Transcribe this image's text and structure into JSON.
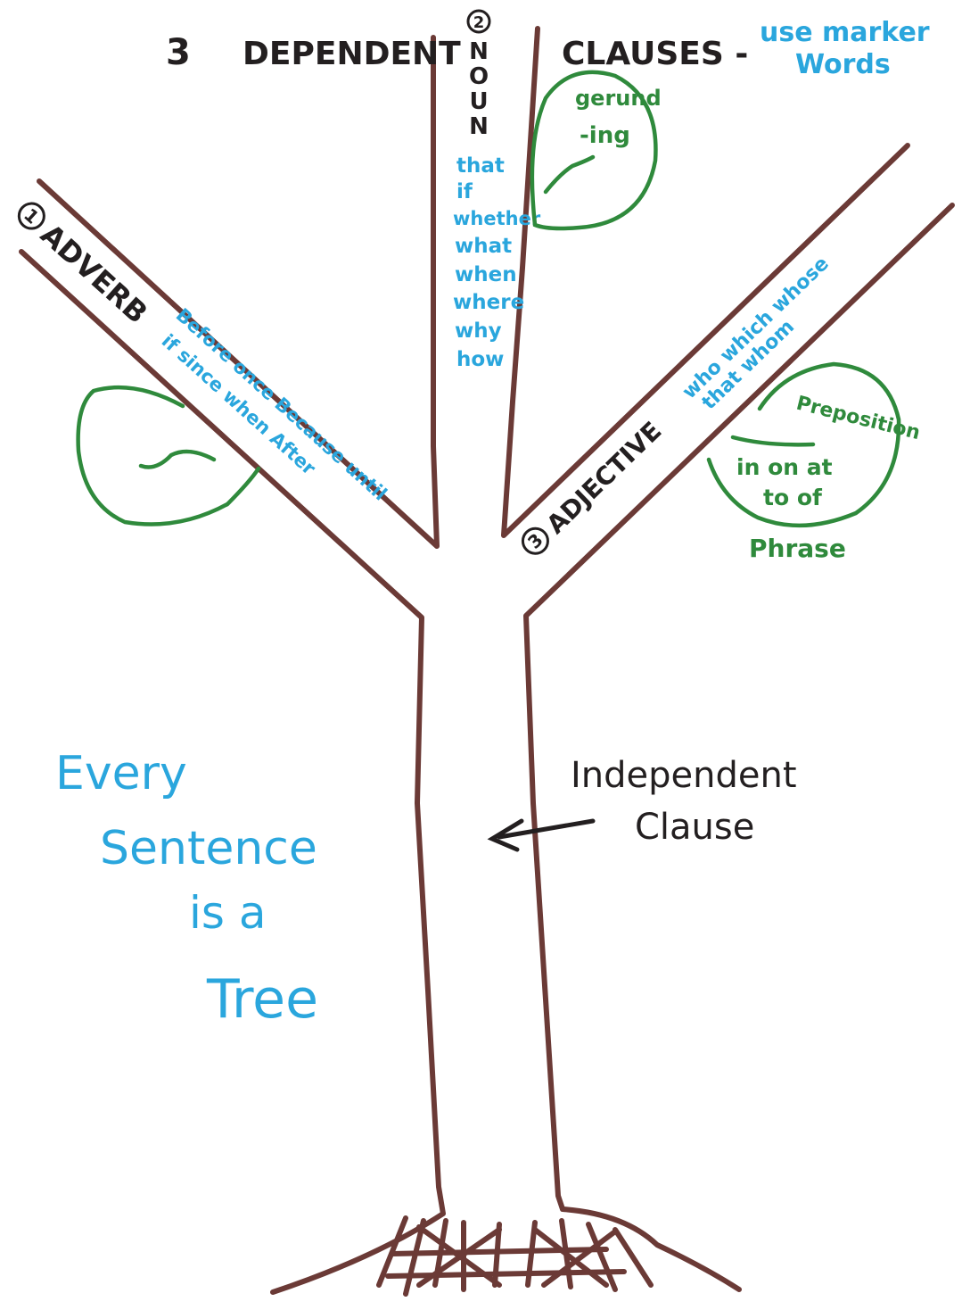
{
  "colors": {
    "tree": "#6b3a36",
    "black_ink": "#231f20",
    "blue_ink": "#2aa6dd",
    "green_ink": "#2f8a3c",
    "paper": "#ffffff"
  },
  "header": {
    "number": "3",
    "word_left": "DEPENDENT",
    "word_right": "CLAUSES -",
    "note_line1": "use marker",
    "note_line2": "Words"
  },
  "noun_branch": {
    "circle_number": "2",
    "label_letters": [
      "N",
      "O",
      "U",
      "N"
    ],
    "markers": [
      "that",
      "if",
      "whether",
      "what",
      "when",
      "where",
      "why",
      "how"
    ]
  },
  "adverb_branch": {
    "circle_number": "1",
    "label": "ADVERB",
    "markers_line1": "Before once Because until",
    "markers_line2": "if since when After"
  },
  "adjective_branch": {
    "circle_number": "3",
    "label": "ADJECTIVE",
    "markers_line1": "who which whose",
    "markers_line2": "that whom"
  },
  "gerund_leaf": {
    "line1": "gerund",
    "line2": "-ing"
  },
  "preposition_leaf": {
    "title": "Preposition",
    "line1": "in on at",
    "line2": "to of",
    "caption": "Phrase"
  },
  "trunk_label": {
    "line1": "Independent",
    "line2": "Clause"
  },
  "slogan": {
    "line1": "Every",
    "line2": "Sentence",
    "line3": "is a",
    "line4": "Tree"
  }
}
